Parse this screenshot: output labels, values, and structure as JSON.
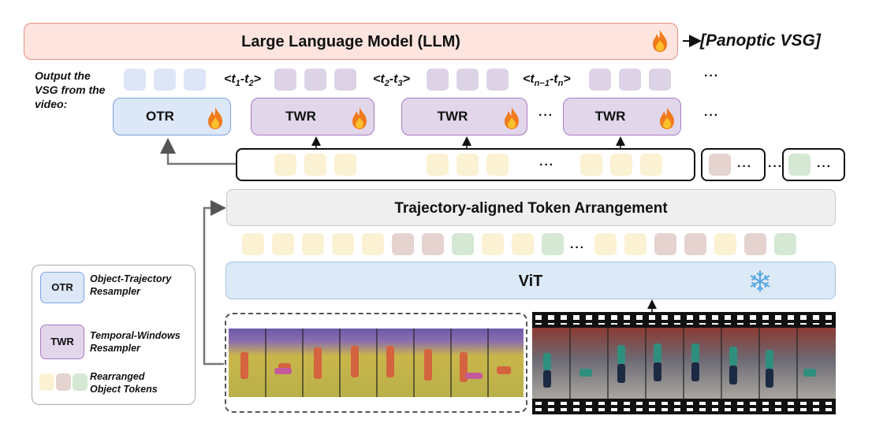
{
  "llm": {
    "title": "Large Language Model (LLM)",
    "output": "[Panoptic VSG]"
  },
  "side_caption": "Output the VSG from the video:",
  "modules": {
    "otr": "OTR",
    "twr": "TWR"
  },
  "time_windows": [
    {
      "a": "t",
      "as": "1",
      "b": "t",
      "bs": "2"
    },
    {
      "a": "t",
      "as": "2",
      "b": "t",
      "bs": "3"
    },
    {
      "a": "t",
      "as": "n−1",
      "b": "t",
      "bs": "n"
    }
  ],
  "ellipsis": "···",
  "arrangement": {
    "title": "Trajectory-aligned Token Arrangement"
  },
  "vit": {
    "title": "ViT"
  },
  "legend": {
    "otr_badge": "OTR",
    "otr_text": "Object-Trajectory Resampler",
    "twr_badge": "TWR",
    "twr_text": "Temporal-Windows Resampler",
    "tokens_text": "Rearranged Object Tokens"
  },
  "colors": {
    "llm_fill": "#fde4df",
    "llm_border": "#e98e80",
    "otr_fill": "#dce7f8",
    "otr_border": "#7ea1e0",
    "twr_fill": "#e2d6ea",
    "twr_border": "#a77bc4",
    "vit_fill": "#dce9f7",
    "vit_border": "#a7c3e2",
    "arr_fill": "#efefef",
    "arr_border": "#c9c9c9"
  }
}
